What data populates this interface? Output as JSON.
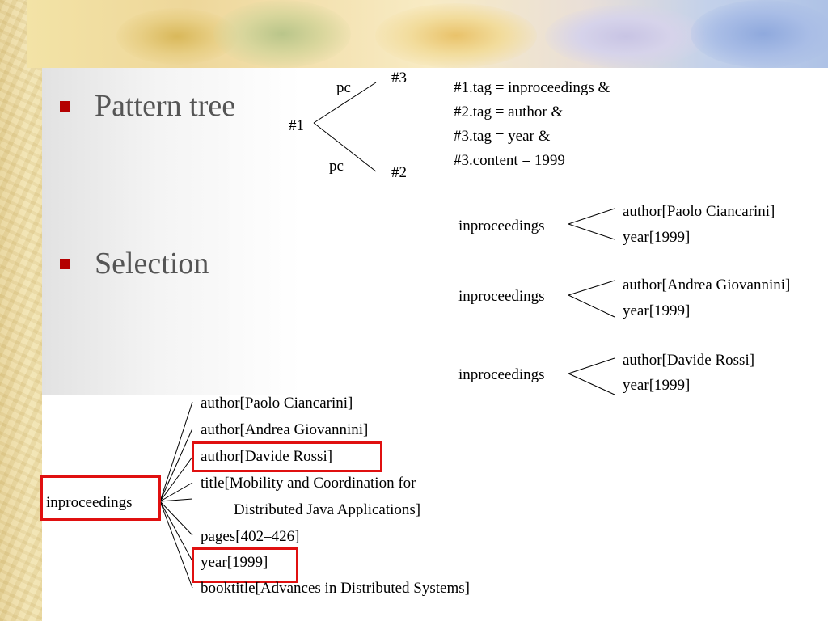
{
  "bullets": [
    {
      "text": "Pattern tree"
    },
    {
      "text": "Selection"
    }
  ],
  "pattern_tree": {
    "root": "#1",
    "top_node": "#3",
    "bottom_node": "#2",
    "edge_top": "pc",
    "edge_bottom": "pc",
    "conditions": [
      "#1.tag = inproceedings &",
      "#2.tag = author &",
      "#3.tag = year &",
      "#3.content = 1999"
    ]
  },
  "selection_results": [
    {
      "root": "inproceedings",
      "author": "author[Paolo Ciancarini]",
      "year": "year[1999]"
    },
    {
      "root": "inproceedings",
      "author": "author[Andrea Giovannini]",
      "year": "year[1999]"
    },
    {
      "root": "inproceedings",
      "author": "author[Davide Rossi]",
      "year": "year[1999]"
    }
  ],
  "full_record": {
    "root": "inproceedings",
    "children": [
      "author[Paolo Ciancarini]",
      "author[Andrea Giovannini]",
      "author[Davide Rossi]",
      "title[Mobility and Coordination for",
      "Distributed Java Applications]",
      "pages[402–426]",
      "year[1999]",
      "booktitle[Advances in Distributed Systems]"
    ]
  },
  "colors": {
    "bullet": "#b40000",
    "highlight": "#e01010",
    "bullet_text": "#555555"
  }
}
